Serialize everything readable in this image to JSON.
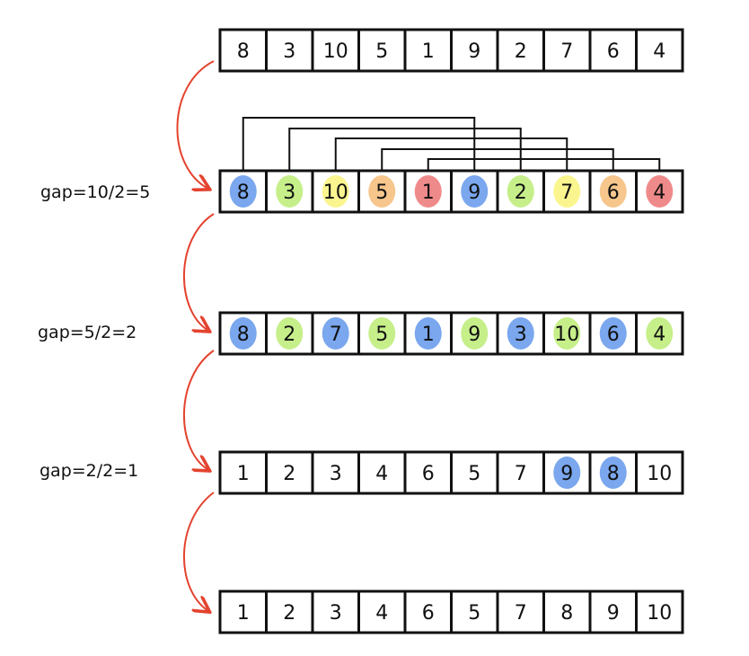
{
  "colors": {
    "blue": "#7aa7ee",
    "green": "#c6ef8a",
    "yellow": "#fbf590",
    "orange": "#f6c68c",
    "red": "#ef8a8a",
    "arrow": "#e4432f",
    "cell_border": "#111111"
  },
  "rows": [
    {
      "values": [
        "8",
        "3",
        "10",
        "5",
        "1",
        "9",
        "2",
        "7",
        "6",
        "4"
      ],
      "highlights": [
        null,
        null,
        null,
        null,
        null,
        null,
        null,
        null,
        null,
        null
      ]
    },
    {
      "values": [
        "8",
        "3",
        "10",
        "5",
        "1",
        "9",
        "2",
        "7",
        "6",
        "4"
      ],
      "highlights": [
        "blue",
        "green",
        "yellow",
        "orange",
        "red",
        "blue",
        "green",
        "yellow",
        "orange",
        "red"
      ]
    },
    {
      "values": [
        "8",
        "2",
        "7",
        "5",
        "1",
        "9",
        "3",
        "10",
        "6",
        "4"
      ],
      "highlights": [
        "blue",
        "green",
        "blue",
        "green",
        "blue",
        "green",
        "blue",
        "green",
        "blue",
        "green"
      ]
    },
    {
      "values": [
        "1",
        "2",
        "3",
        "4",
        "6",
        "5",
        "7",
        "9",
        "8",
        "10"
      ],
      "highlights": [
        null,
        null,
        null,
        null,
        null,
        null,
        null,
        "blue",
        "blue",
        null
      ]
    },
    {
      "values": [
        "1",
        "2",
        "3",
        "4",
        "6",
        "5",
        "7",
        "8",
        "9",
        "10"
      ],
      "highlights": [
        null,
        null,
        null,
        null,
        null,
        null,
        null,
        null,
        null,
        null
      ]
    }
  ],
  "gap_labels": [
    "gap=10/2=5",
    "gap=5/2=2",
    "gap=2/2=1"
  ],
  "pair_links": [
    [
      0,
      5
    ],
    [
      1,
      6
    ],
    [
      2,
      7
    ],
    [
      3,
      8
    ],
    [
      4,
      9
    ]
  ]
}
